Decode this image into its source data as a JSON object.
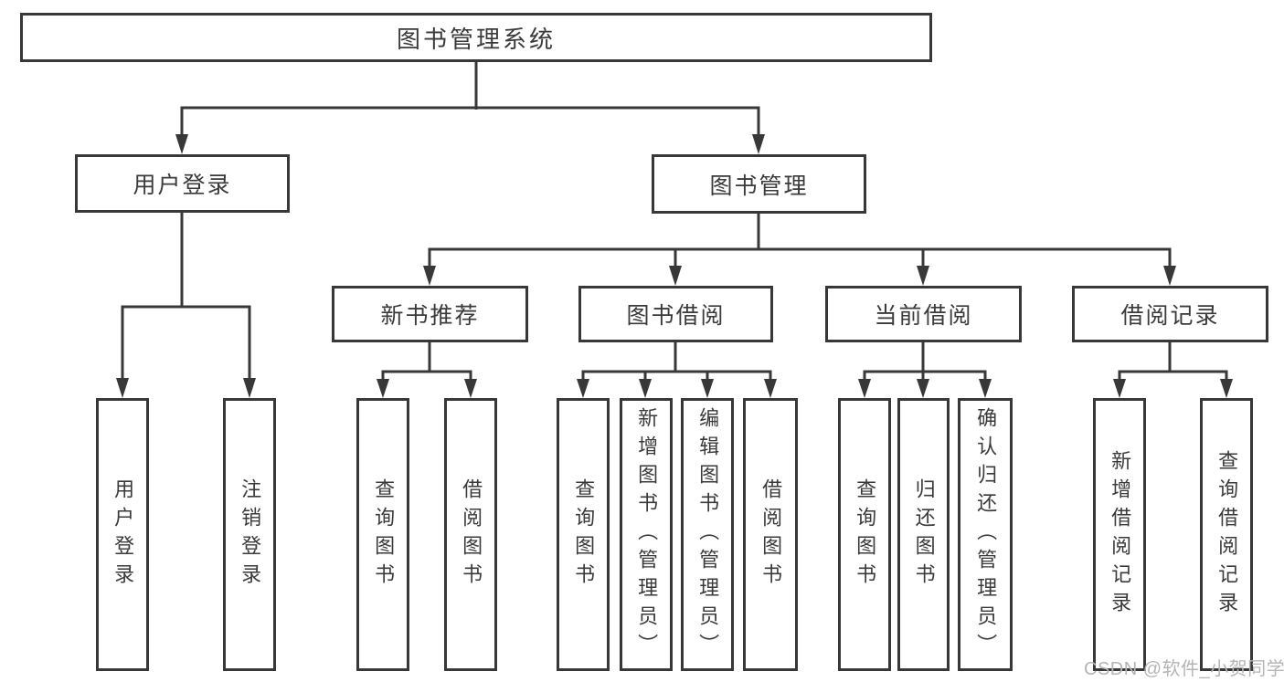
{
  "diagram": {
    "type": "tree",
    "colors": {
      "line": "#383838",
      "box_border": "#383838",
      "box_bg": "#ffffff",
      "text": "#3a3a3a",
      "watermark": "#b5b5b5"
    },
    "tree": {
      "root": {
        "label": "图书管理系统"
      },
      "branches": [
        {
          "label": "用户登录",
          "children": [
            {
              "label": "用户登录"
            },
            {
              "label": "注销登录"
            }
          ]
        },
        {
          "label": "图书管理",
          "children": [
            {
              "label": "新书推荐",
              "children": [
                {
                  "label": "查询图书"
                },
                {
                  "label": "借阅图书"
                }
              ]
            },
            {
              "label": "图书借阅",
              "children": [
                {
                  "label": "查询图书"
                },
                {
                  "label": "新增图书（管理员）"
                },
                {
                  "label": "编辑图书（管理员）"
                },
                {
                  "label": "借阅图书"
                }
              ]
            },
            {
              "label": "当前借阅",
              "children": [
                {
                  "label": "查询图书"
                },
                {
                  "label": "归还图书"
                },
                {
                  "label": "确认归还（管理员）"
                }
              ]
            },
            {
              "label": "借阅记录",
              "children": [
                {
                  "label": "新增借阅记录"
                },
                {
                  "label": "查询借阅记录"
                }
              ]
            }
          ]
        }
      ]
    },
    "watermark": {
      "text": "CSDN @软件_小贺同学"
    }
  }
}
